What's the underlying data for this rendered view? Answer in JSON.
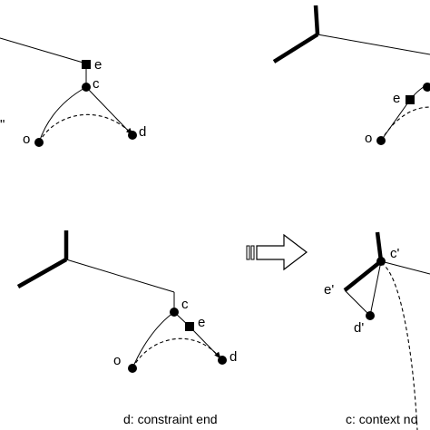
{
  "panels": {
    "top_left": {
      "labels": {
        "e": "e",
        "c": "c",
        "o": "o",
        "d": "d",
        "cut": "\""
      }
    },
    "top_right": {
      "labels": {
        "e": "e",
        "o": "o"
      }
    },
    "bottom_left": {
      "labels": {
        "c": "c",
        "e": "e",
        "o": "o",
        "d": "d"
      }
    },
    "bottom_right": {
      "labels": {
        "c": "c'",
        "e": "e'",
        "d": "d'"
      }
    }
  },
  "captions": {
    "left": "d: constraint end",
    "right": "c: context no"
  },
  "arrow_icon": "hollow-right-arrow-icon"
}
